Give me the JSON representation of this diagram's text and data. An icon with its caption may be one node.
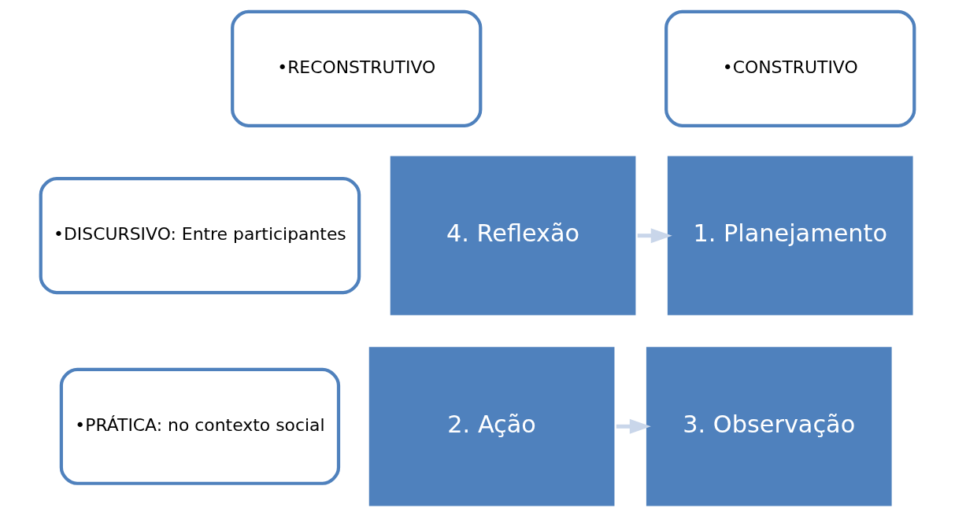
{
  "diagram": {
    "nodes": [
      {
        "text": [
          "•RECONSTRUTIVO"
        ]
      },
      {
        "text": [
          "•CONSTRUTIVO"
        ]
      },
      {
        "text": [
          "•DISCURSIVO: Entre participantes"
        ]
      },
      {
        "text": [
          "4. Reflexão"
        ]
      },
      {
        "text": [
          "1. Planejamento"
        ]
      },
      {
        "text": [
          "•PRÁTICA: no contexto social"
        ]
      },
      {
        "text": [
          "3. Observação"
        ]
      },
      {
        "text": [
          "2. Ação"
        ]
      }
    ],
    "edges": [
      {
        "from": 3,
        "to": 4,
        "arrow": "to"
      },
      {
        "from": 7,
        "to": 6,
        "arrow": "to"
      }
    ]
  }
}
